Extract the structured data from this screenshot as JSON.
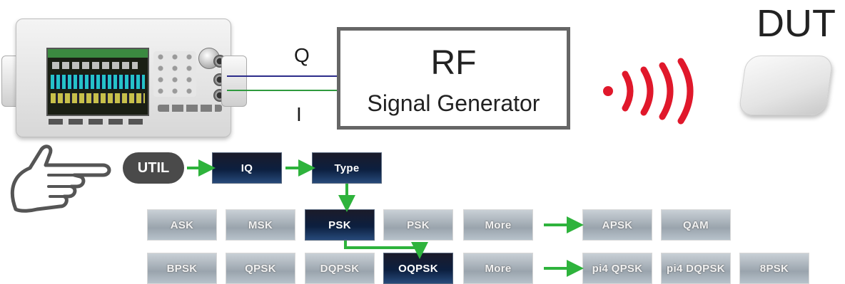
{
  "labels": {
    "q": "Q",
    "i": "I",
    "rf_title": "RF",
    "rf_subtitle": "Signal Generator",
    "dut": "DUT",
    "util": "UTIL"
  },
  "menu": {
    "level1": [
      "IQ",
      "Type"
    ],
    "row1": [
      "ASK",
      "MSK",
      "PSK",
      "PSK",
      "More",
      "APSK",
      "QAM"
    ],
    "row2": [
      "BPSK",
      "QPSK",
      "DQPSK",
      "OQPSK",
      "More",
      "pi4 QPSK",
      "pi4 DQPSK",
      "8PSK"
    ]
  },
  "colors": {
    "arrow": "#2eb33c",
    "q_line": "#2c2c8a",
    "i_line": "#2f9a3e",
    "signal": "#e0182b"
  }
}
